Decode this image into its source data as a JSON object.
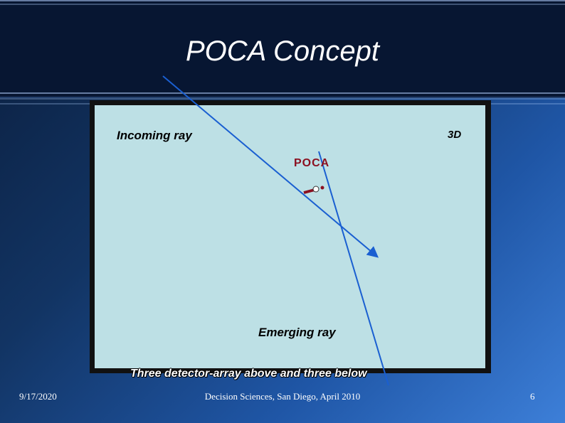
{
  "slide": {
    "title": "POCA Concept"
  },
  "diagram": {
    "incoming_label": "Incoming ray",
    "dimension_label": "3D",
    "poca_label": "POCA",
    "emerging_label": "Emerging ray",
    "detector_caption": "Three detector-array above and three below",
    "colors": {
      "ray": "#1a5fd1",
      "poca_marker": "#8b1020",
      "panel": "#bde0e5"
    }
  },
  "footer": {
    "date": "9/17/2020",
    "center": "Decision Sciences, San Diego, April 2010",
    "page_number": "6"
  }
}
